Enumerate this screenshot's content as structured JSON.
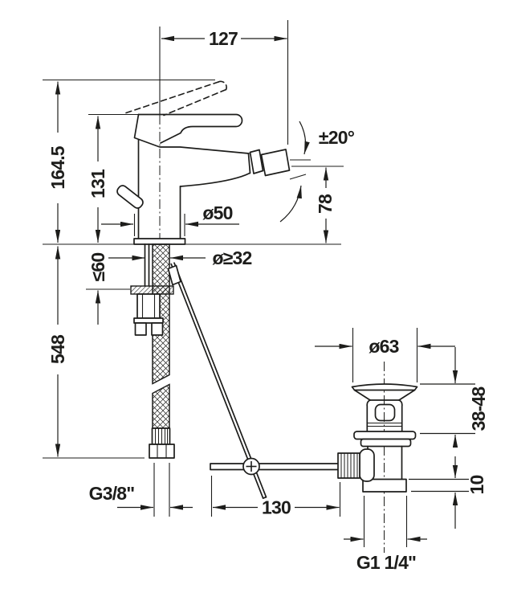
{
  "drawing": {
    "background": "#ffffff",
    "line_color": "#1d1d1b",
    "labels": {
      "spout_reach": "127",
      "height_lever_raised": "164.5",
      "height_lever_closed": "131",
      "spray_swivel_angle": "±20°",
      "spout_height": "78",
      "base_diameter": "ø50",
      "min_hole_diameter": "ø≥32",
      "max_deck_thickness": "≤60",
      "hose_length": "548",
      "waste_flange_diameter": "ø63",
      "waste_clamp_range": "38-48",
      "waste_collar_height": "10",
      "supply_connection": "G3/8\"",
      "rod_offset": "130",
      "waste_thread": "G1 1/4\""
    }
  }
}
